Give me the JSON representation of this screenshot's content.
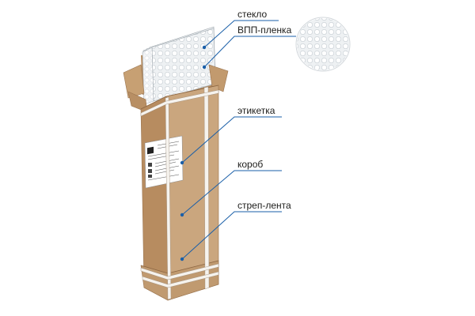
{
  "diagram": {
    "callouts": [
      {
        "id": "glass",
        "label": "стекло"
      },
      {
        "id": "film",
        "label": "ВПП-пленка"
      },
      {
        "id": "label",
        "label": "этикетка"
      },
      {
        "id": "box",
        "label": "короб"
      },
      {
        "id": "strap",
        "label": "стреп-лента"
      }
    ],
    "colors": {
      "leader": "#1a5fa8",
      "carton_face": "#c9a57e",
      "carton_side": "#b08860",
      "carton_inner": "#a57c52",
      "strap": "#f4f1ec",
      "bubble_film": "#e8ecef"
    }
  }
}
